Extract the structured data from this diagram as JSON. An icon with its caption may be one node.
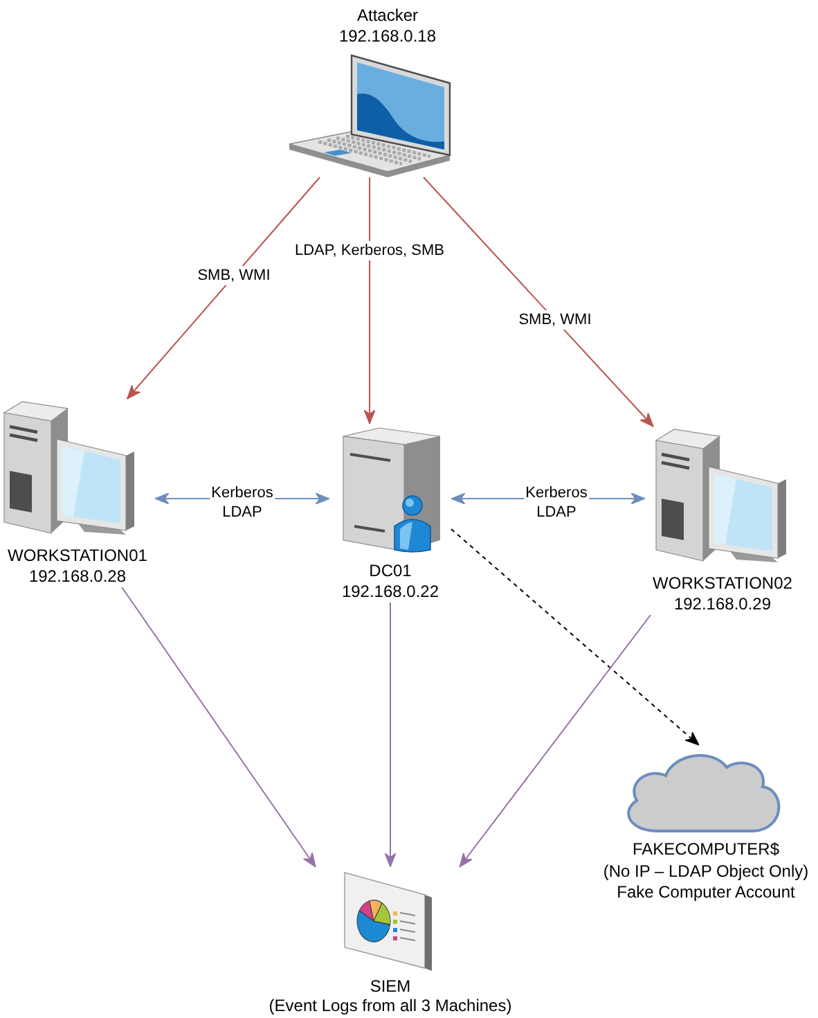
{
  "diagram": {
    "nodes": [
      {
        "text": [
          "Attacker",
          "192.168.0.18"
        ]
      },
      {
        "text": [
          "WORKSTATION01",
          "192.168.0.28"
        ]
      },
      {
        "text": [
          "DC01",
          "192.168.0.22"
        ]
      },
      {
        "text": [
          "WORKSTATION02",
          "192.168.0.29"
        ]
      },
      {
        "text": [
          "FAKECOMPUTER$",
          "(No IP – LDAP Object Only)",
          "Fake Computer Account"
        ]
      },
      {
        "text": [
          "SIEM",
          "(Event Logs from all 3 Machines)"
        ]
      }
    ],
    "edges": [
      {
        "from": 0,
        "to": 1,
        "arrow": "to",
        "label": "SMB, WMI",
        "color": "#b85450"
      },
      {
        "from": 0,
        "to": 2,
        "arrow": "to",
        "label": "LDAP, Kerberos, SMB",
        "color": "#b85450"
      },
      {
        "from": 0,
        "to": 3,
        "arrow": "to",
        "label": "SMB, WMI",
        "color": "#b85450"
      },
      {
        "from": 1,
        "to": 2,
        "arrow": "both",
        "label": "Kerberos LDAP",
        "color": "#6c8ebf"
      },
      {
        "from": 2,
        "to": 3,
        "arrow": "both",
        "label": "Kerberos LDAP",
        "color": "#6c8ebf"
      },
      {
        "from": 2,
        "to": 4,
        "arrow": "to",
        "style": "dashed",
        "color": "#000000"
      },
      {
        "from": 1,
        "to": 5,
        "arrow": "to",
        "color": "#9673a6"
      },
      {
        "from": 2,
        "to": 5,
        "arrow": "to",
        "color": "#9673a6"
      },
      {
        "from": 3,
        "to": 5,
        "arrow": "to",
        "color": "#9673a6"
      }
    ]
  }
}
